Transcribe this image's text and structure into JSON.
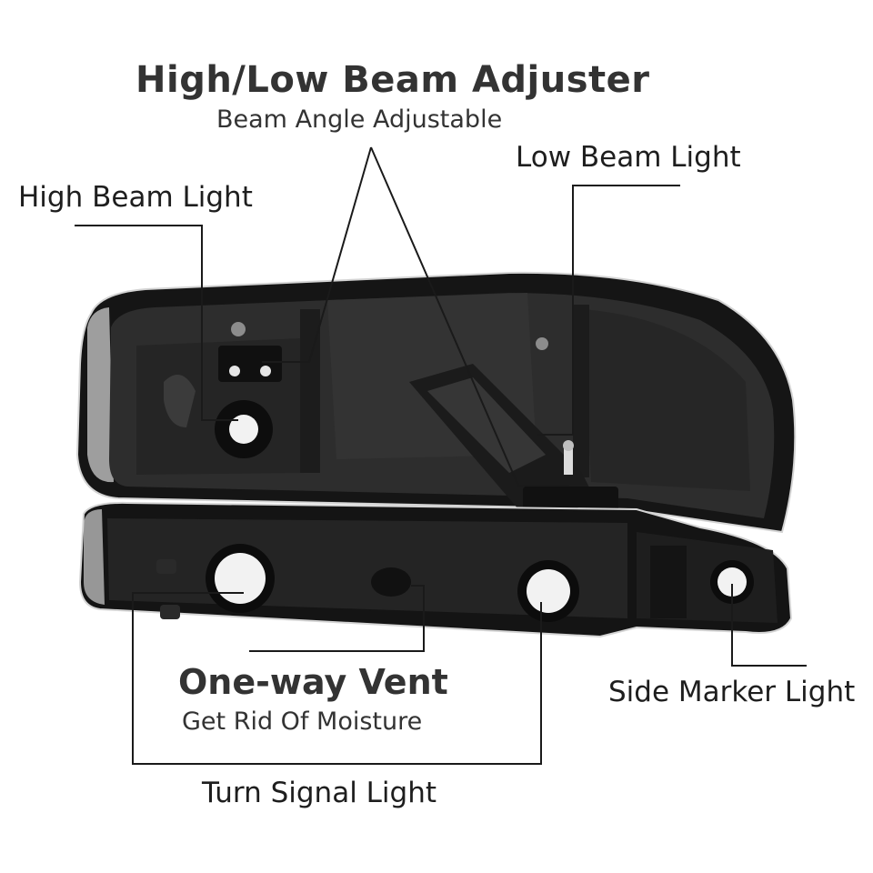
{
  "labels": {
    "adjuster_title": "High/Low Beam Adjuster",
    "adjuster_subtitle": "Beam Angle Adjustable",
    "low_beam": "Low Beam Light",
    "high_beam": "High Beam Light",
    "vent_title": "One-way Vent",
    "vent_subtitle": "Get Rid Of Moisture",
    "side_marker": "Side Marker Light",
    "turn_signal": "Turn Signal Light"
  },
  "colors": {
    "housing": "#151515",
    "housing_inner": "#2e2e2e",
    "chrome_edge": "#bfbfbf",
    "leader_line": "#1a1a1a",
    "bulb_socket": "#f2f2f2"
  }
}
